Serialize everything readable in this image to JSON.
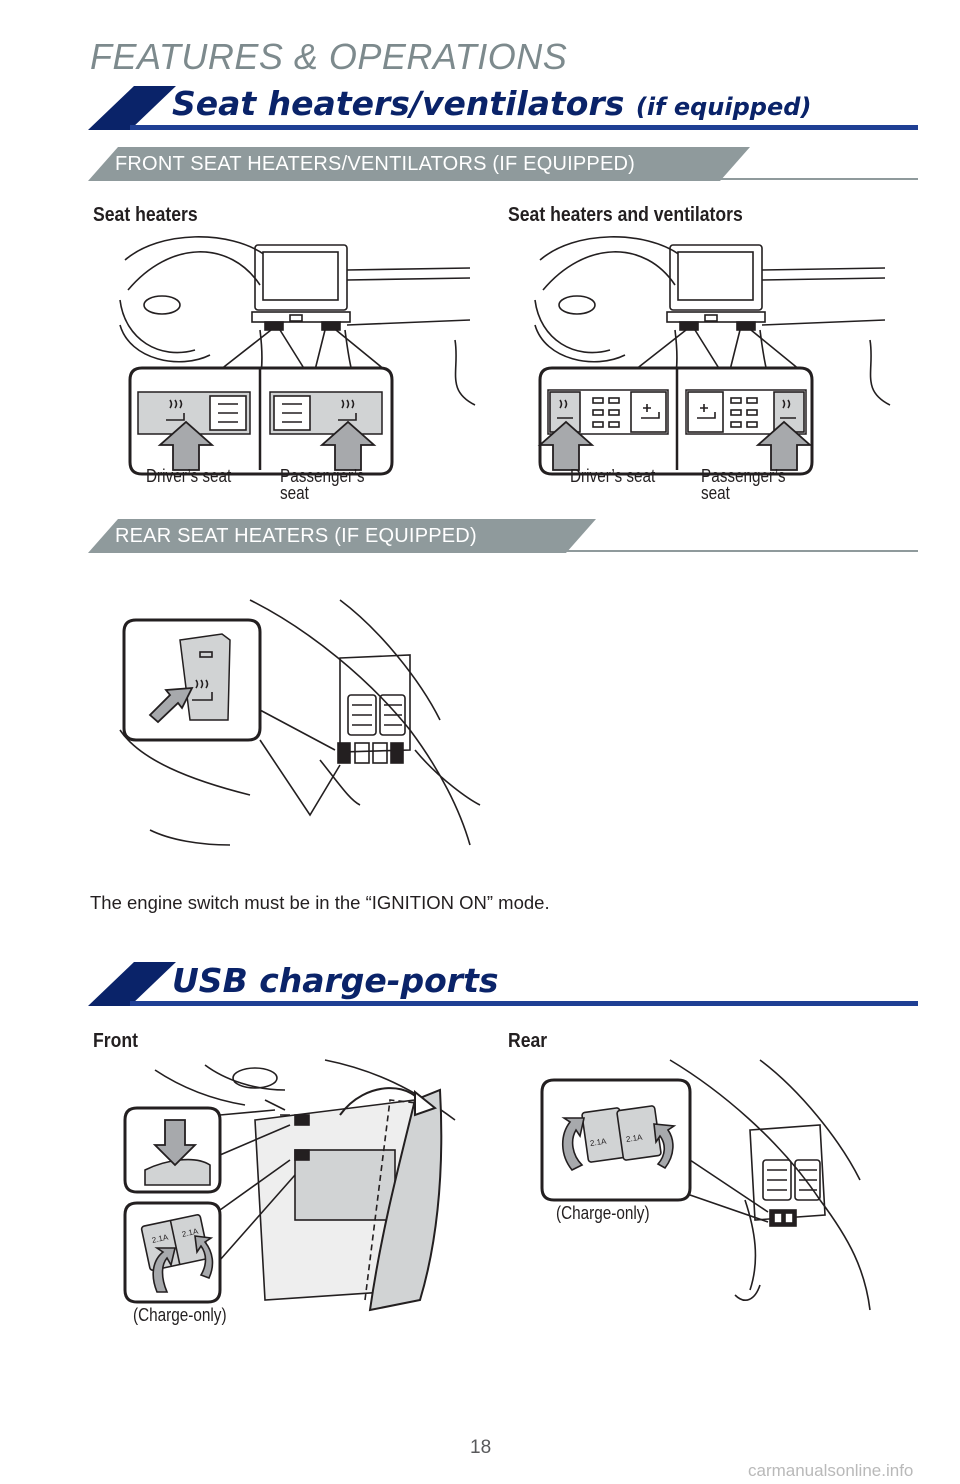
{
  "page": {
    "section_title": "FEATURES & OPERATIONS",
    "page_number": "18",
    "watermark": "carmanualsonline.info"
  },
  "seat_heaters_section": {
    "heading_main": "Seat heaters/ventilators ",
    "heading_suffix": "(if equipped)",
    "front_subheading": "FRONT SEAT HEATERS/VENTILATORS (IF EQUIPPED)",
    "left_figure": {
      "title": "Seat heaters",
      "driver_label": "Driver’s seat",
      "passenger_label_line1": "Passenger’s",
      "passenger_label_line2": "seat"
    },
    "right_figure": {
      "title": "Seat heaters and ventilators",
      "driver_label": "Driver’s seat",
      "passenger_label_line1": "Passenger’s",
      "passenger_label_line2": "seat"
    },
    "rear_subheading": "REAR SEAT HEATERS (IF EQUIPPED)",
    "note": "The engine switch must be in the “IGNITION ON” mode."
  },
  "usb_section": {
    "heading": "USB charge-ports",
    "front_title": "Front",
    "front_callout": "(Charge-only)",
    "rear_title": "Rear",
    "rear_callout": "(Charge-only)",
    "port_rating": "2.1A"
  },
  "colors": {
    "navy": "#0a2369",
    "blue_rule": "#1f3f94",
    "gray_tab": "#8f9a9c",
    "section_gray": "#7d8a8d",
    "callout_fill": "#d1d3d4"
  }
}
